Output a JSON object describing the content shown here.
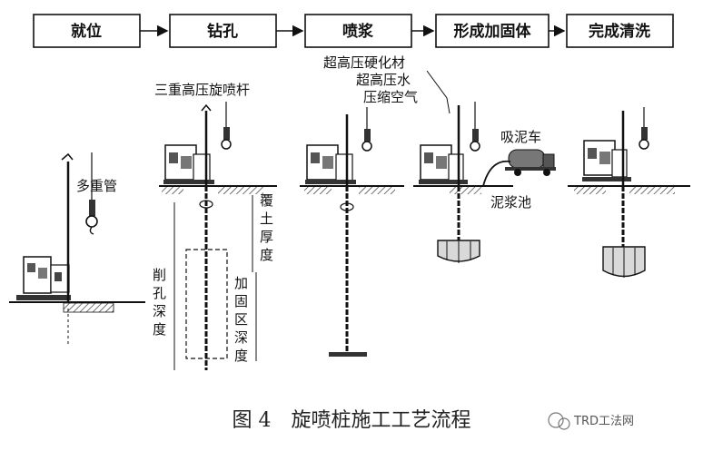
{
  "steps": [
    "就位",
    "钻孔",
    "喷浆",
    "形成加固体",
    "完成清洗"
  ],
  "labels": {
    "multi_pipe": "多重管",
    "triple_rod": "三重高压旋喷杆",
    "overburden": [
      "覆",
      "土",
      "厚",
      "度"
    ],
    "cut_depth": [
      "削",
      "孔",
      "深",
      "度"
    ],
    "reinforce_depth": [
      "加",
      "固",
      "区",
      "深",
      "度"
    ],
    "media": [
      "超高压硬化材",
      "超高压水",
      "压缩空气"
    ],
    "suction_truck": "吸泥车",
    "mud_pit": "泥浆池"
  },
  "caption": "图 4　旋喷桩施工工艺流程",
  "watermark": "TRD工法网",
  "colors": {
    "ink": "#111111",
    "hatch": "#777777",
    "gray": "#d9d9d9"
  }
}
